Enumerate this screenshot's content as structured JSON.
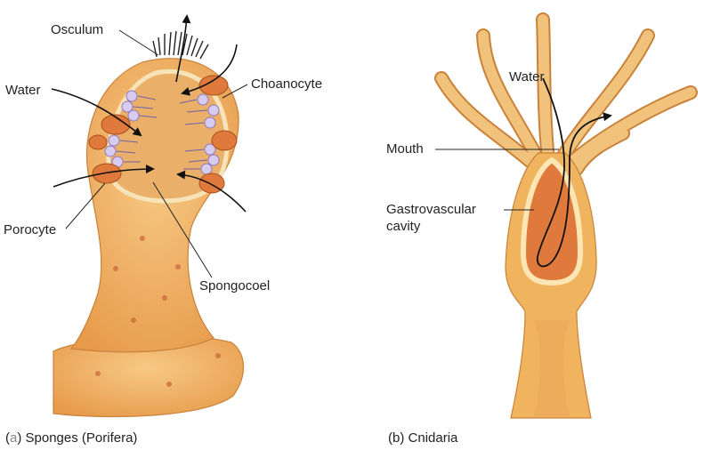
{
  "sponge": {
    "labels": {
      "osculum": "Osculum",
      "water": "Water",
      "choanocyte": "Choanocyte",
      "porocyte": "Porocyte",
      "spongocoel": "Spongocoel"
    },
    "caption": {
      "letter": "a",
      "text": "Sponges (Porifera)"
    }
  },
  "cnidarian": {
    "labels": {
      "water": "Water",
      "mouth": "Mouth",
      "gastrovascular_line1": "Gastrovascular",
      "gastrovascular_line2": "cavity"
    },
    "caption": {
      "letter": "b",
      "text": "Cnidaria"
    }
  },
  "colors": {
    "body_fill": "#f0b35e",
    "body_stroke": "#c9823a",
    "cavity_fill": "#e59a55",
    "porocyte": "#e07a3c",
    "choanocyte": "#c9b7e6",
    "arrow": "#111111"
  }
}
